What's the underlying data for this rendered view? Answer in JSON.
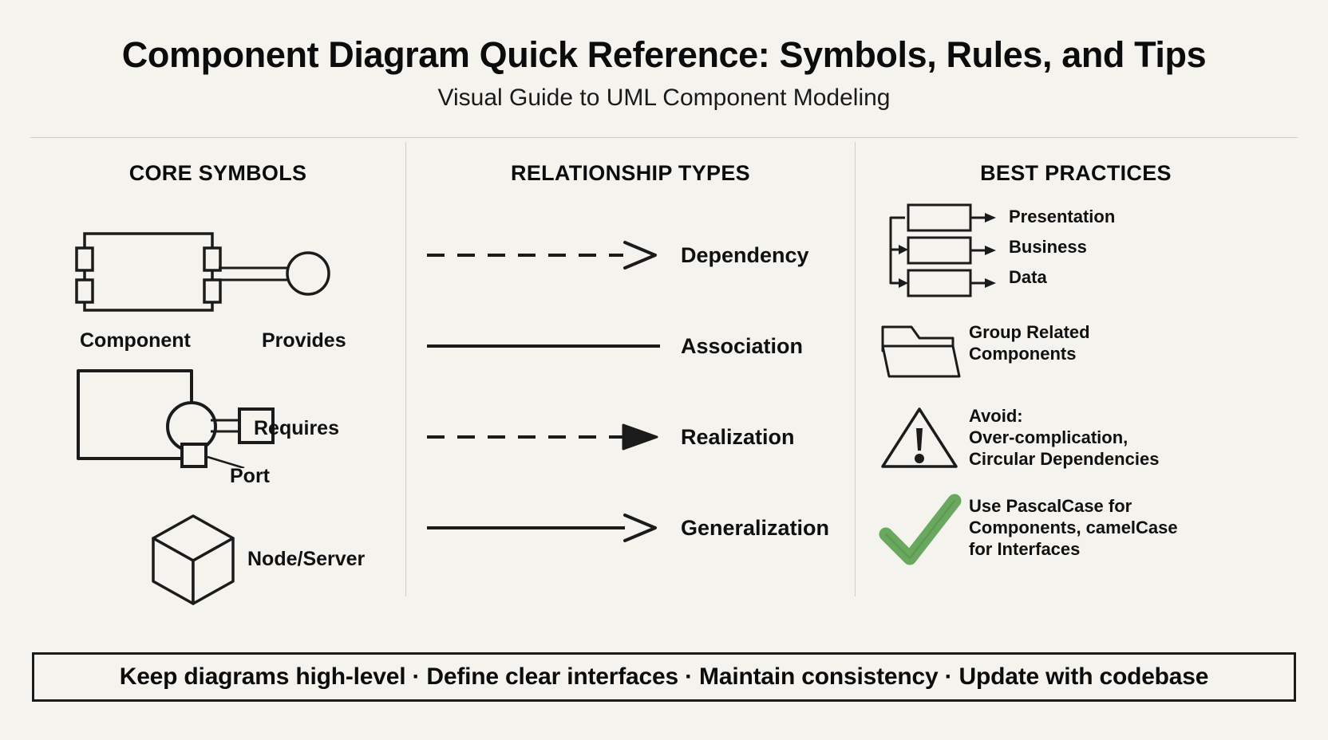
{
  "header": {
    "title": "Component Diagram Quick Reference: Symbols, Rules, and Tips",
    "subtitle": "Visual Guide to UML Component Modeling"
  },
  "columns": {
    "core": {
      "heading": "CORE SYMBOLS",
      "labels": {
        "component": "Component",
        "provides": "Provides",
        "requires": "Requires",
        "port": "Port",
        "node": "Node/Server"
      }
    },
    "relationships": {
      "heading": "RELATIONSHIP TYPES",
      "items": [
        {
          "label": "Dependency",
          "line": "dashed",
          "arrow": "open"
        },
        {
          "label": "Association",
          "line": "solid",
          "arrow": "none"
        },
        {
          "label": "Realization",
          "line": "dashed",
          "arrow": "filled"
        },
        {
          "label": "Generalization",
          "line": "solid",
          "arrow": "open"
        }
      ]
    },
    "best_practices": {
      "heading": "BEST PRACTICES",
      "layers": [
        "Presentation",
        "Business",
        "Data"
      ],
      "items": [
        {
          "icon": "folder-icon",
          "lines": [
            "Group Related",
            "Components"
          ]
        },
        {
          "icon": "warning-icon",
          "lines": [
            "Avoid:",
            "Over-complication,",
            "Circular Dependencies"
          ]
        },
        {
          "icon": "checkmark-icon",
          "lines": [
            "Use PascalCase for",
            "Components, camelCase",
            "for Interfaces"
          ]
        }
      ]
    }
  },
  "banner": {
    "text": "Keep diagrams high-level · Define clear interfaces · Maintain consistency · Update with codebase"
  },
  "colors": {
    "background": "#f4f3ee",
    "ink": "#101010",
    "check_green": "#6aa85f",
    "divider": "#cfcec8"
  }
}
